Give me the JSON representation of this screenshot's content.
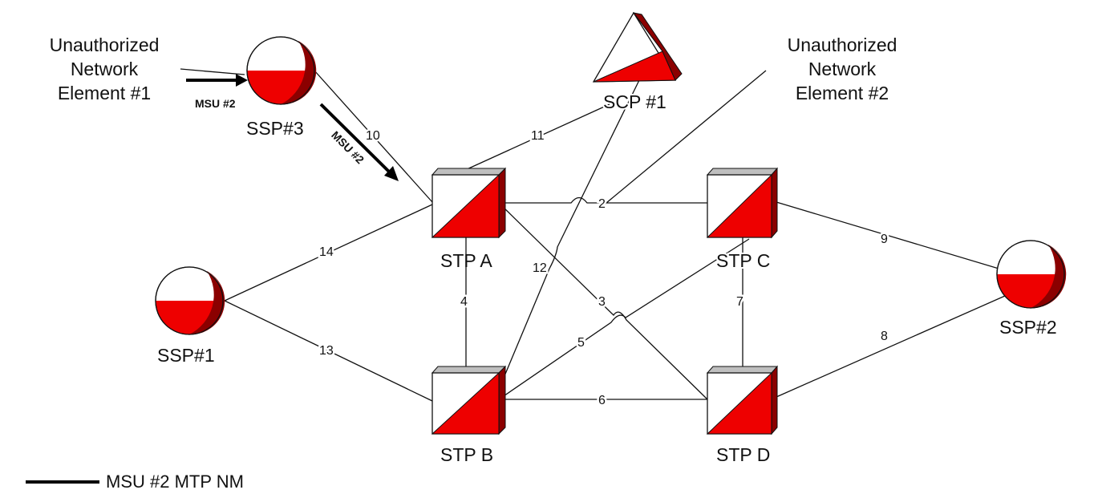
{
  "nodes": {
    "ssp1": "SSP#1",
    "ssp2": "SSP#2",
    "ssp3": "SSP#3",
    "scp1": "SCP #1",
    "stp_a": "STP A",
    "stp_b": "STP B",
    "stp_c": "STP C",
    "stp_d": "STP D"
  },
  "unauthorized_1": [
    "Unauthorized",
    "Network",
    "Element #1"
  ],
  "unauthorized_2": [
    "Unauthorized",
    "Network",
    "Element #2"
  ],
  "links": {
    "l2": "2",
    "l3": "3",
    "l4": "4",
    "l5": "5",
    "l6": "6",
    "l7": "7",
    "l8": "8",
    "l9": "9",
    "l10": "10",
    "l11": "11",
    "l12": "12",
    "l13": "13",
    "l14": "14"
  },
  "msu_labels": {
    "near_une1": "MSU #2",
    "diagonal": "MSU #2"
  },
  "legend": {
    "label": "MSU #2 MTP NM"
  },
  "colors": {
    "fill": "#ee0000",
    "shade": "#8b0000",
    "outline": "#111111",
    "highlight": "#bfbfbf"
  }
}
